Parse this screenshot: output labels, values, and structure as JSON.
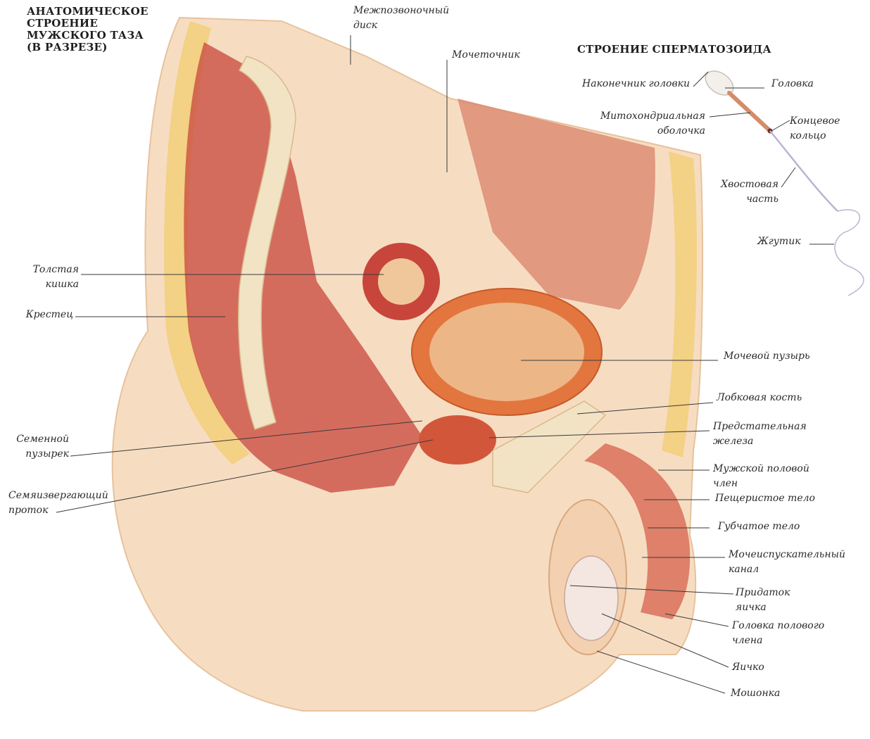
{
  "titles": {
    "main": "АНАТОМИЧЕСКОЕ\nСТРОЕНИЕ\nМУЖСКОГО ТАЗА\n(В РАЗРЕЗЕ)",
    "sperm": "СТРОЕНИЕ СПЕРМАТОЗОИДА"
  },
  "pelvis_labels": {
    "disc": "Межпозвоночный\nдиск",
    "ureter": "Мочеточник",
    "colon": "Толстая\nкишка",
    "sacrum": "Крестец",
    "seminal_vesicle": "Семенной\nпузырек",
    "ejaculatory_duct": "Семяизвергающий\nпроток",
    "bladder": "Мочевой пузырь",
    "pubic_bone": "Лобковая кость",
    "prostate": "Предстательная\nжелеза",
    "penis": "Мужской половой\nчлен",
    "corpus_cavernosum": "Пещеристое тело",
    "corpus_spongiosum": "Губчатое тело",
    "urethra": "Мочеиспускательный\nканал",
    "epididymis": "Придаток\nяичка",
    "glans": "Головка полового\nчлена",
    "testis": "Яичко",
    "scrotum": "Мошонка"
  },
  "sperm_labels": {
    "acrosome": "Наконечник головки",
    "head": "Головка",
    "mitochondrial_sheath": "Митохондриальная\nоболочка",
    "end_ring": "Концевое\nкольцо",
    "tail": "Хвостовая\nчасть",
    "flagellum": "Жгутик"
  },
  "colors": {
    "skin": "#f6ddc2",
    "fat": "#f2cf7a",
    "muscle": "#c8453c",
    "bone": "#f1e3c4",
    "organ": "#e2763e",
    "line": "#3a3a3a"
  }
}
